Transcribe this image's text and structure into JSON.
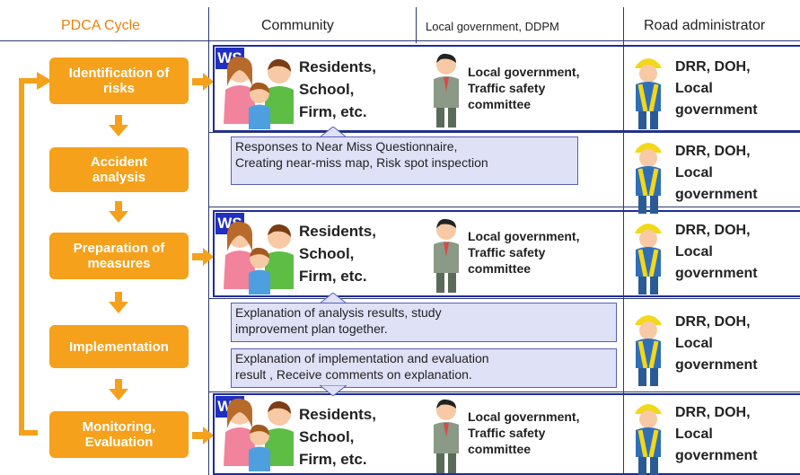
{
  "headers": {
    "pdca": "PDCA Cycle",
    "community": "Community",
    "local": "Local government, DDPM",
    "road": "Road administrator"
  },
  "colors": {
    "step": "#f5a11b",
    "header_pdca": "#e8820e",
    "ws": "#1f2fbf",
    "box_border": "#1f2c9b",
    "callout_bg": "#dfe1f7"
  },
  "steps": [
    "Identification of\nrisks",
    "Accident\nanalysis",
    "Preparation of\nmeasures",
    "Implementation",
    "Monitoring,\nEvaluation"
  ],
  "ws_label": "WS",
  "community_text": "Residents,\nSchool,\nFirm, etc.",
  "local_text": "Local government,\nTraffic safety\ncommittee",
  "road_text": "DRR, DOH,\nLocal\ngovernment",
  "callouts": {
    "near_miss": "Responses to Near Miss Questionnaire,\nCreating near-miss map, Risk spot inspection",
    "explain_analysis": "Explanation of analysis results, study\nimprovement plan together.",
    "explain_implementation": "Explanation of implementation and evaluation\nresult , Receive comments on explanation."
  },
  "icons": {
    "family": "family-icon",
    "officer": "officer-icon",
    "worker": "construction-worker-icon"
  }
}
